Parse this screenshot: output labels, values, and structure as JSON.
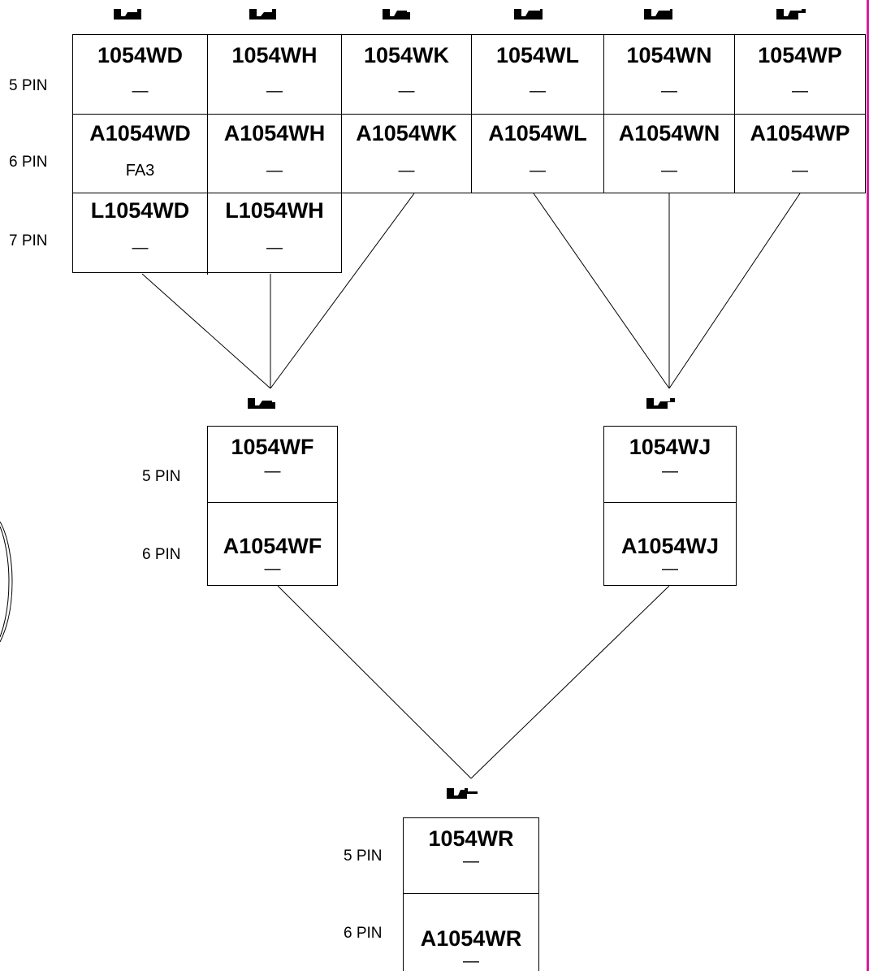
{
  "pin_labels": {
    "five": "5 PIN",
    "six": "6 PIN",
    "seven": "7 PIN"
  },
  "top_table": {
    "row5": [
      {
        "code": "1054WD",
        "value": "—"
      },
      {
        "code": "1054WH",
        "value": "—"
      },
      {
        "code": "1054WK",
        "value": "—"
      },
      {
        "code": "1054WL",
        "value": "—"
      },
      {
        "code": "1054WN",
        "value": "—"
      },
      {
        "code": "1054WP",
        "value": "—"
      }
    ],
    "row6": [
      {
        "code": "A1054WD",
        "value": "FA3"
      },
      {
        "code": "A1054WH",
        "value": "—"
      },
      {
        "code": "A1054WK",
        "value": "—"
      },
      {
        "code": "A1054WL",
        "value": "—"
      },
      {
        "code": "A1054WN",
        "value": "—"
      },
      {
        "code": "A1054WP",
        "value": "—"
      }
    ],
    "row7": [
      {
        "code": "L1054WD",
        "value": "—"
      },
      {
        "code": "L1054WH",
        "value": "—"
      }
    ]
  },
  "mid_left": {
    "row5": {
      "code": "1054WF",
      "value": "—"
    },
    "row6": {
      "code": "A1054WF",
      "value": "—"
    }
  },
  "mid_right": {
    "row5": {
      "code": "1054WJ",
      "value": "—"
    },
    "row6": {
      "code": "A1054WJ",
      "value": "—"
    }
  },
  "bottom": {
    "row5": {
      "code": "1054WR",
      "value": "—"
    },
    "row6": {
      "code": "A1054WR",
      "value": "—"
    }
  },
  "icons": {
    "pulse": "waveform-symbol-icon",
    "arc": "arc-outline-icon"
  },
  "colors": {
    "accent_bar": "#d81b9a",
    "line": "#000000"
  }
}
